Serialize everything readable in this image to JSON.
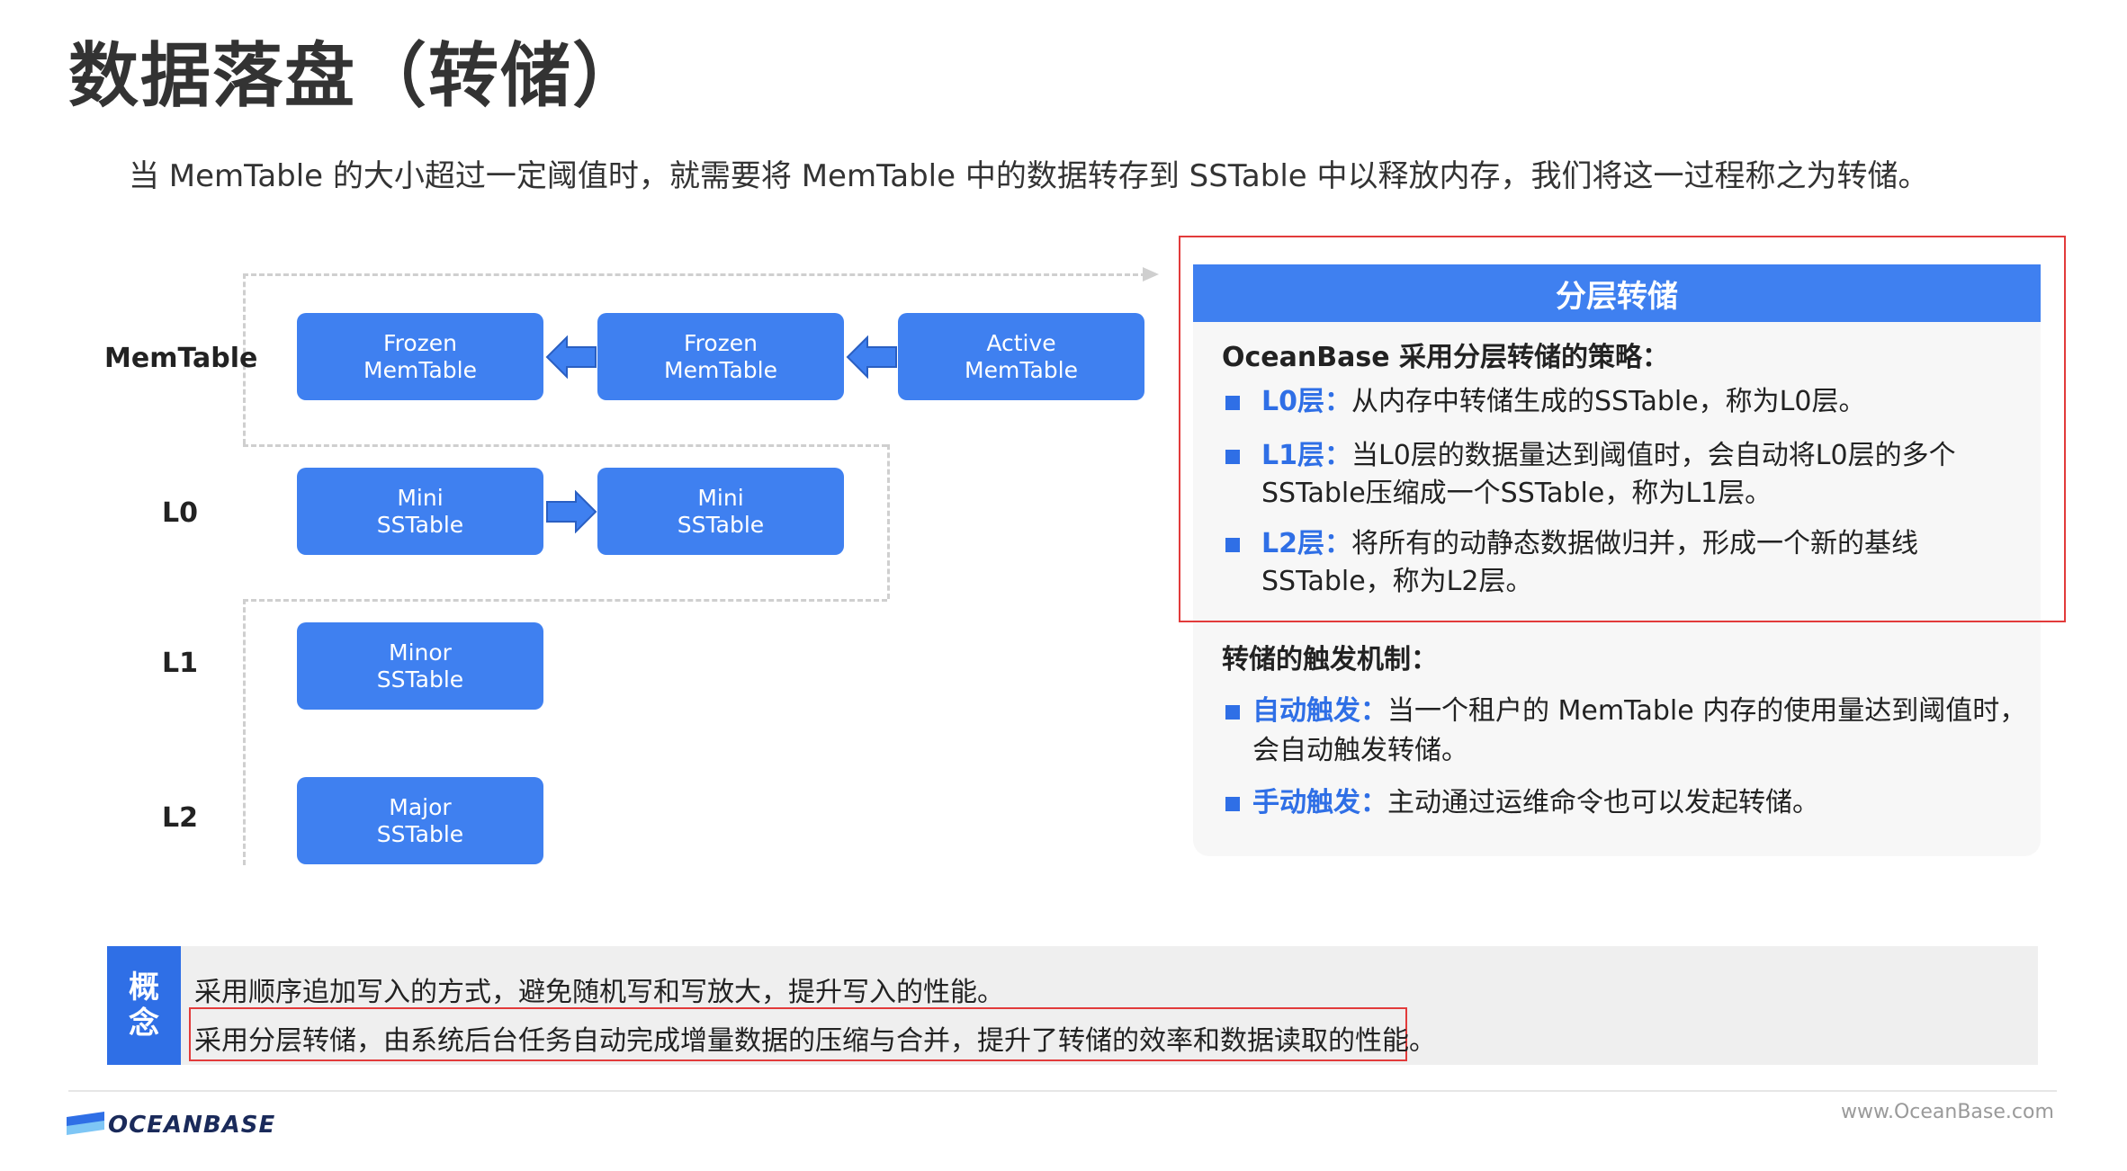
{
  "title": "数据落盘（转储）",
  "subtitle": "当 MemTable 的大小超过一定阈值时，就需要将 MemTable 中的数据转存到 SSTable 中以释放内存，我们将这一过程称之为转储。",
  "diagram": {
    "rows": [
      {
        "label": "MemTable"
      },
      {
        "label": "L0"
      },
      {
        "label": "L1"
      },
      {
        "label": "L2"
      }
    ],
    "blocks": {
      "frozen1": {
        "line1": "Frozen",
        "line2": "MemTable"
      },
      "frozen2": {
        "line1": "Frozen",
        "line2": "MemTable"
      },
      "active": {
        "line1": "Active",
        "line2": "MemTable"
      },
      "mini1": {
        "line1": "Mini",
        "line2": "SSTable"
      },
      "mini2": {
        "line1": "Mini",
        "line2": "SSTable"
      },
      "minor": {
        "line1": "Minor",
        "line2": "SSTable"
      },
      "major": {
        "line1": "Major",
        "line2": "SSTable"
      }
    }
  },
  "panel": {
    "header": "分层转储",
    "strategy_title": "OceanBase 采用分层转储的策略：",
    "strategy_items": [
      {
        "key": "L0层：",
        "line1": "从内存中转储生成的SSTable，称为L0层。",
        "line2": ""
      },
      {
        "key": "L1层：",
        "line1": "当L0层的数据量达到阈值时，会自动将L0层的多个",
        "line2": "SSTable压缩成一个SSTable，称为L1层。"
      },
      {
        "key": "L2层：",
        "line1": "将所有的动静态数据做归并，形成一个新的基线",
        "line2": "SSTable，称为L2层。"
      }
    ],
    "trigger_title": "转储的触发机制：",
    "trigger_items": [
      {
        "key": "自动触发：",
        "line1": "当一个租户的 MemTable 内存的使用量达到阈值时，",
        "line2": "会自动触发转储。"
      },
      {
        "key": "手动触发：",
        "line1": "主动通过运维命令也可以发起转储。",
        "line2": ""
      }
    ]
  },
  "concept": {
    "tag_line1": "概",
    "tag_line2": "念",
    "line1": "采用顺序追加写入的方式，避免随机写和写放大，提升写入的性能。",
    "line2": "采用分层转储，由系统后台任务自动完成增量数据的压缩与合并，提升了转储的效率和数据读取的性能。"
  },
  "footer": {
    "logo_text": "OCEANBASE",
    "website": "www.OceanBase.com"
  },
  "colors": {
    "accent": "#3f80f0",
    "highlight_red": "#e23b3b",
    "panel_bg": "#f7f7f7"
  }
}
